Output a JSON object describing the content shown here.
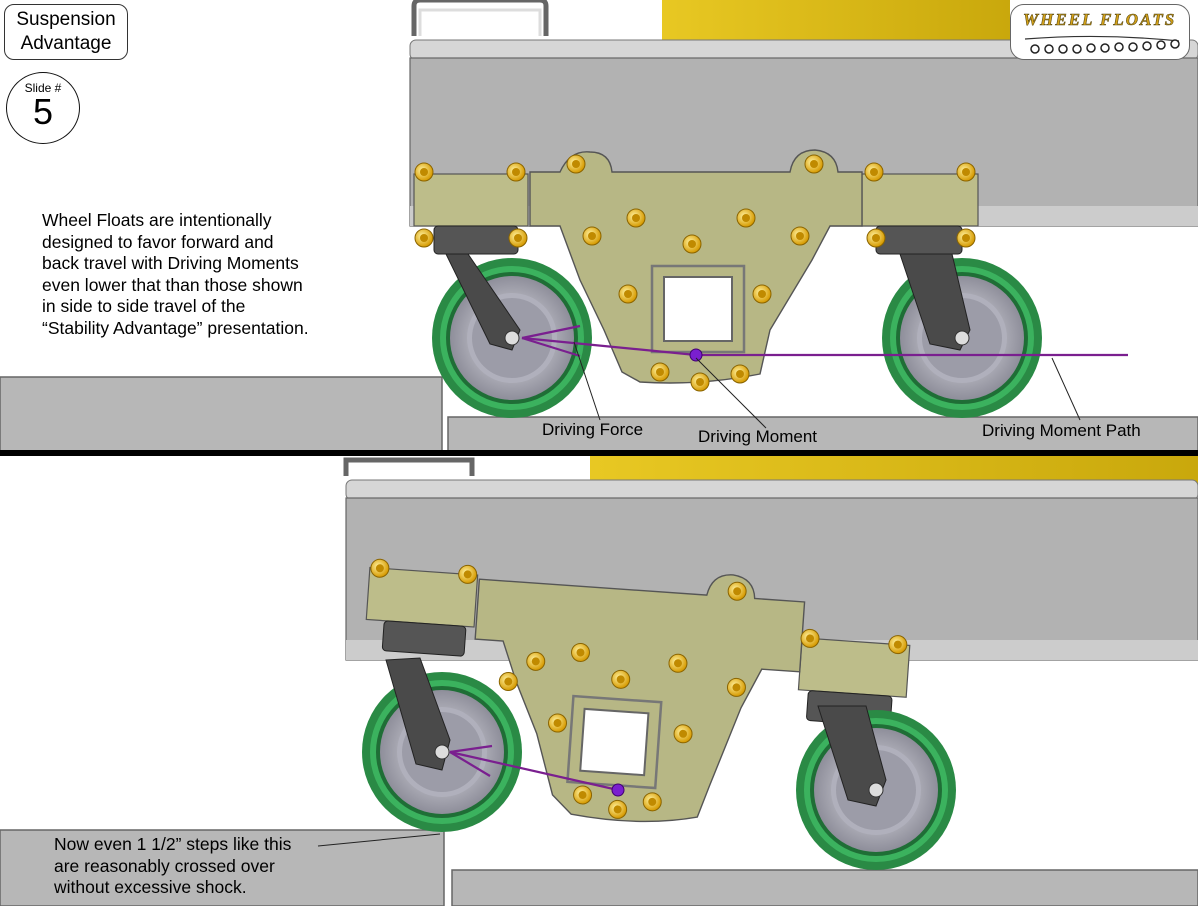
{
  "title": "Suspension\nAdvantage",
  "slide": {
    "label": "Slide #",
    "number": "5"
  },
  "logo": {
    "text": "WHEEL FLOATS"
  },
  "intro_text": "Wheel Floats are intentionally\ndesigned to favor forward and\nback travel with Driving Moments\neven lower that than those shown\nin side to side travel of the\n“Stability Advantage” presentation.",
  "callouts": {
    "driving_force": "Driving Force",
    "driving_moment": "Driving Moment",
    "driving_moment_path": "Driving Moment Path"
  },
  "bottom_text": "Now even 1 1/2” steps like this\nare reasonably crossed over\nwithout excessive shock.",
  "colors": {
    "frame_gray": "#a9a9a9",
    "bracket_olive": "#b9b98a",
    "tire_green": "#2e9a4e",
    "bolt_gold": "#f0c020",
    "yellow_body": "#dcc020",
    "path_purple": "#7a1f8f",
    "divider": "#000000"
  }
}
